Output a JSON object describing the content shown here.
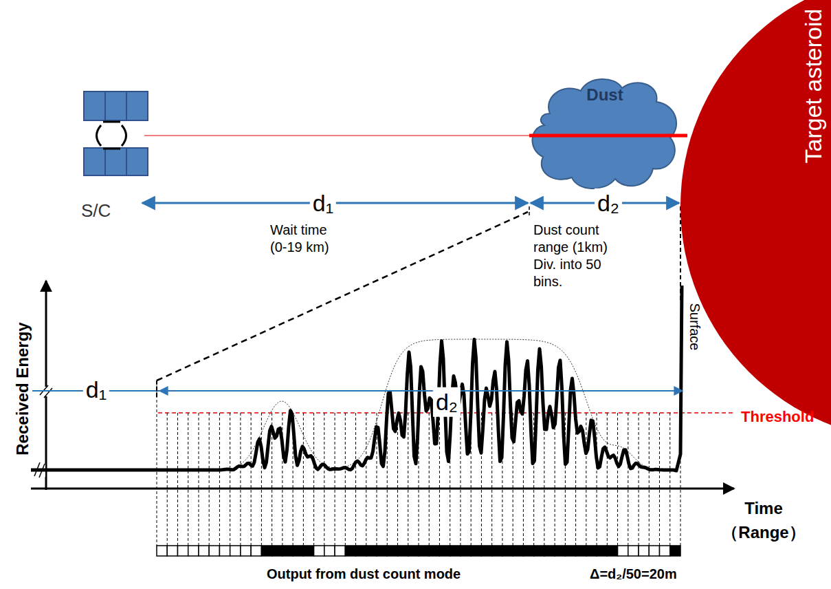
{
  "diagram": {
    "nodes": [
      {
        "text": [
          "S/C"
        ]
      },
      {
        "text": [
          "Dust"
        ]
      },
      {
        "text": [
          "Target asteroid"
        ]
      }
    ],
    "edges": [
      {
        "from": 0,
        "to": 1,
        "arrow": "none"
      }
    ],
    "labels": [
      "d₁",
      "Wait time (0-19 km)",
      "d₂",
      "Dust count range (1km) Div. into 50 bins.",
      "Received Energy",
      "d₁",
      "d₂",
      "Threshold",
      "Surface",
      "Time （Range）",
      "Output from dust count mode",
      "Δ=d₂/50=20m"
    ]
  }
}
